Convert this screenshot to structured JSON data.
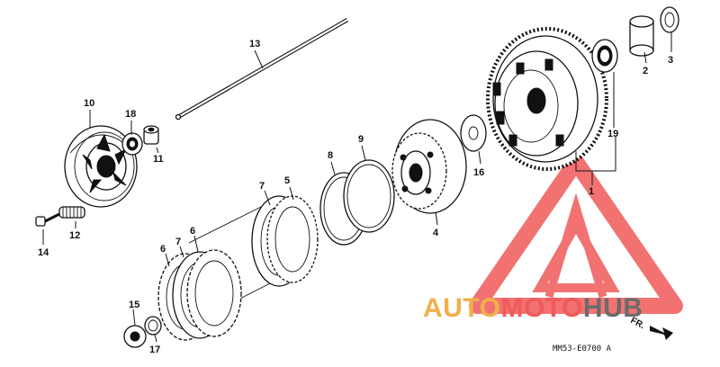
{
  "callouts": {
    "c1": "1",
    "c2": "2",
    "c3": "3",
    "c4": "4",
    "c5": "5",
    "c6a": "6",
    "c6b": "6",
    "c7a": "7",
    "c7b": "7",
    "c8": "8",
    "c9": "9",
    "c10": "10",
    "c11": "11",
    "c12": "12",
    "c13": "13",
    "c14": "14",
    "c15": "15",
    "c16": "16",
    "c17": "17",
    "c18": "18",
    "c19": "19"
  },
  "watermark": {
    "part1": "AUTO",
    "part2": "MOTO",
    "part3": "HUB",
    "color_gold": "#f0b04a",
    "color_red": "#f05a5a",
    "color_gray": "#6b6b6b"
  },
  "diagram_code": "MM53-E0700 A",
  "direction_label": "FR."
}
